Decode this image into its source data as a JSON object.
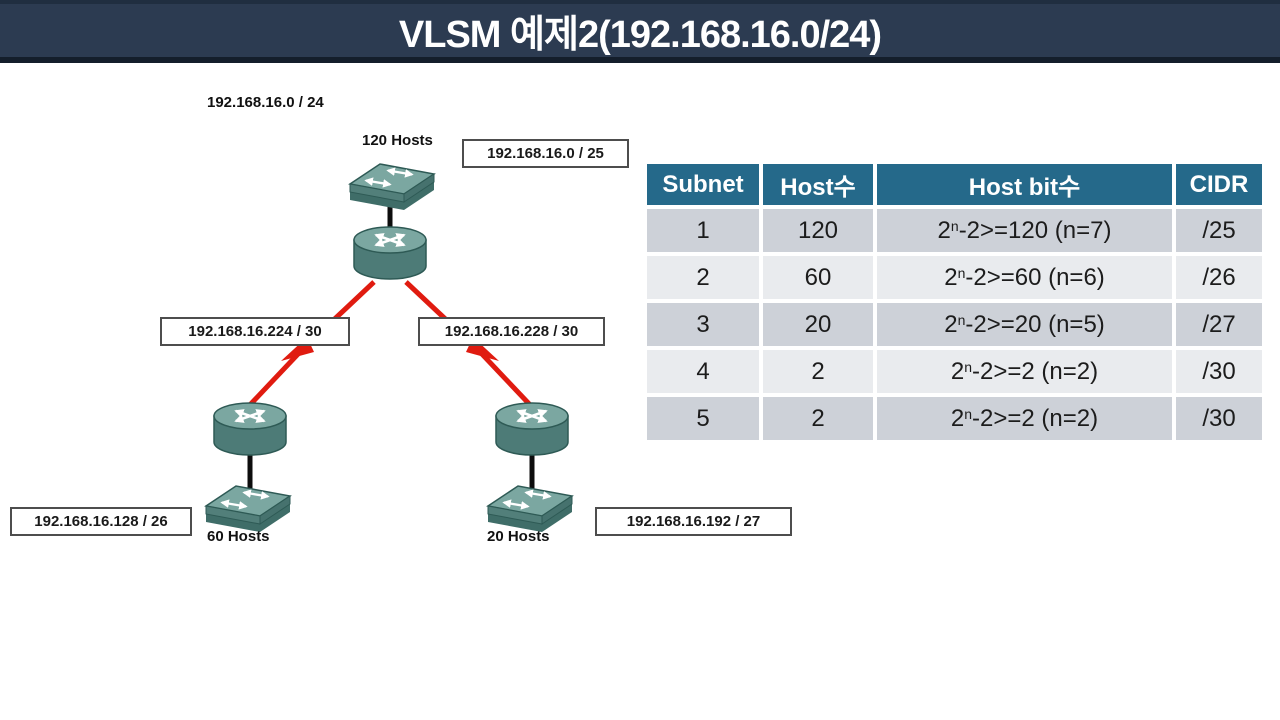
{
  "title": "VLSM 예제2(192.168.16.0/24)",
  "diagram": {
    "network_label": "192.168.16.0 / 24",
    "top_switch": {
      "hosts_label": "120 Hosts",
      "subnet_box": "192.168.16.0 / 25"
    },
    "left_link_box": "192.168.16.224 / 30",
    "right_link_box": "192.168.16.228 / 30",
    "left_switch": {
      "hosts_label": "60 Hosts",
      "subnet_box": "192.168.16.128 / 26"
    },
    "right_switch": {
      "hosts_label": "20 Hosts",
      "subnet_box": "192.168.16.192 / 27"
    },
    "colors": {
      "device_top": "#7ba7a1",
      "device_side": "#4d7b77",
      "ethernet_link": "#0d0d0d",
      "serial_link": "#e01b10"
    }
  },
  "table": {
    "headers": [
      "Subnet",
      "Host수",
      "Host bit수",
      "CIDR"
    ],
    "rows": [
      {
        "subnet": "1",
        "hosts": "120",
        "exp_base": "2",
        "exp_sup": "n",
        "exp_rest": "-2>=120 (n=7)",
        "cidr": "/25"
      },
      {
        "subnet": "2",
        "hosts": "60",
        "exp_base": "2",
        "exp_sup": "n",
        "exp_rest": "-2>=60 (n=6)",
        "cidr": "/26"
      },
      {
        "subnet": "3",
        "hosts": "20",
        "exp_base": "2",
        "exp_sup": "n",
        "exp_rest": "-2>=20 (n=5)",
        "cidr": "/27"
      },
      {
        "subnet": "4",
        "hosts": "2",
        "exp_base": "2",
        "exp_sup": "n",
        "exp_rest": "-2>=2 (n=2)",
        "cidr": "/30"
      },
      {
        "subnet": "5",
        "hosts": "2",
        "exp_base": "2",
        "exp_sup": "n",
        "exp_rest": "-2>=2 (n=2)",
        "cidr": "/30"
      }
    ],
    "colors": {
      "header_bg": "#25698a",
      "row_odd": "#cdd1d8",
      "row_even": "#e9ebee"
    }
  }
}
